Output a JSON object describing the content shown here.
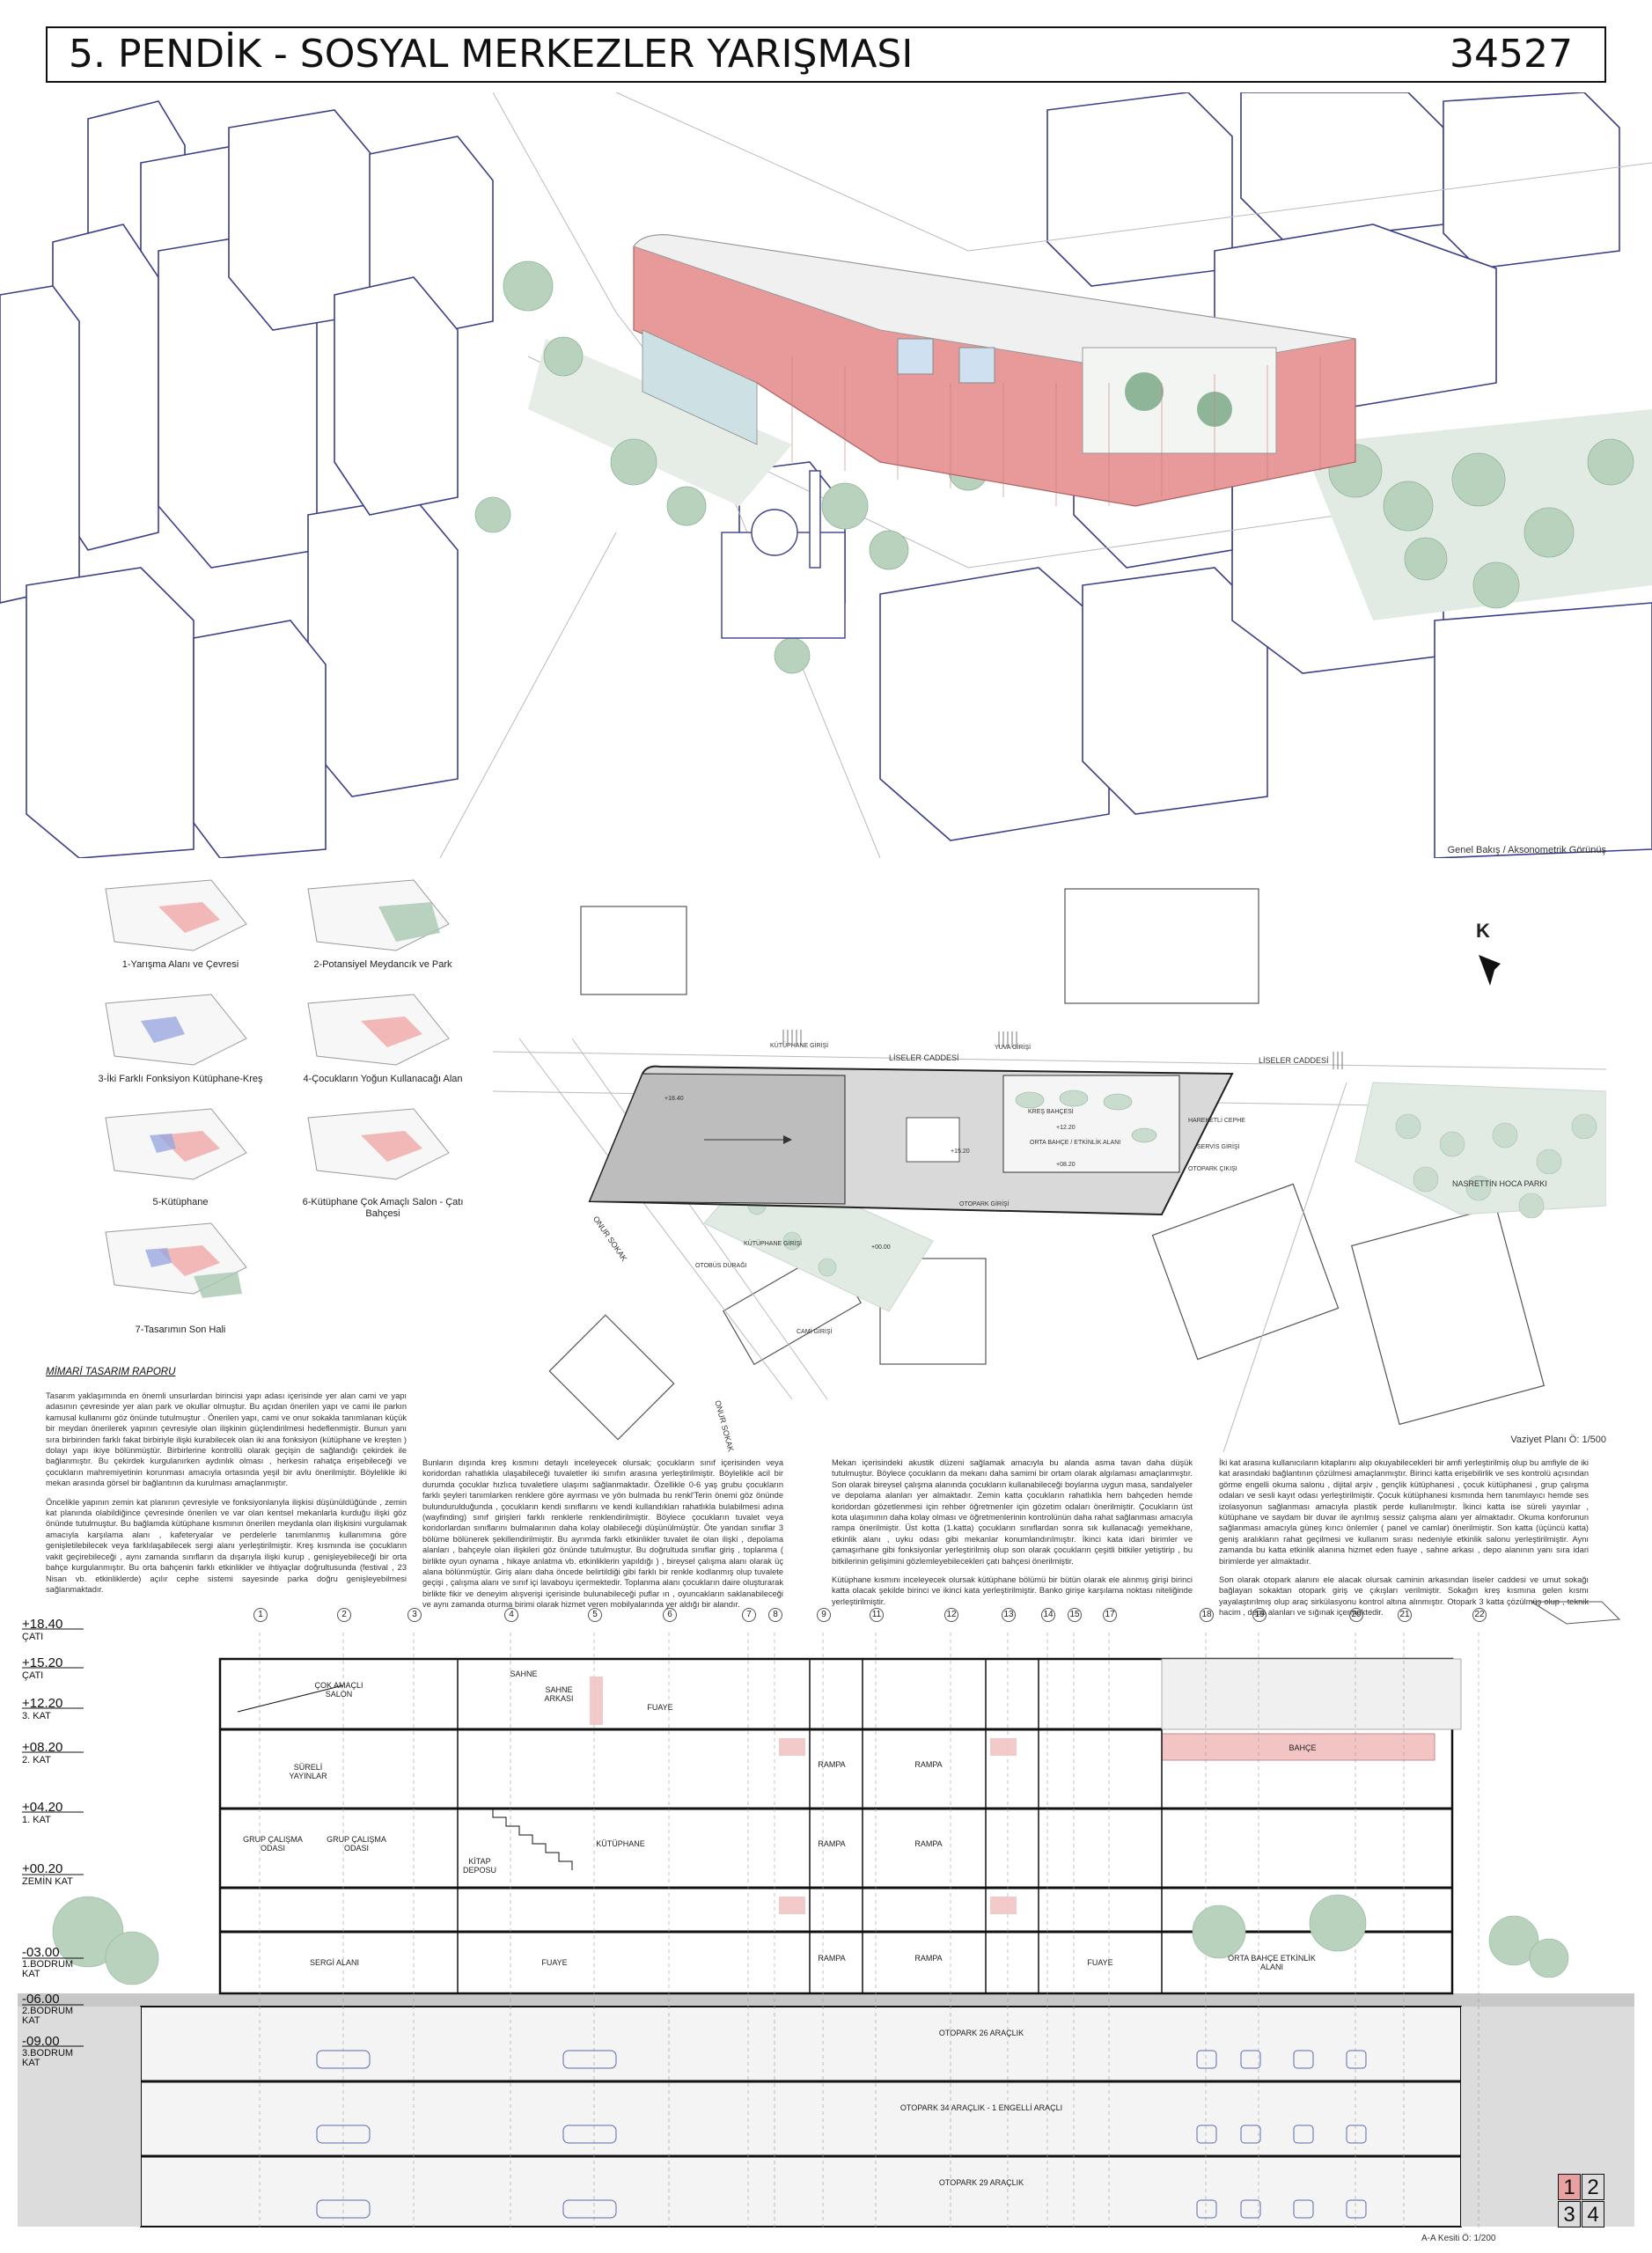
{
  "header": {
    "title": "5. PENDİK - SOSYAL MERKEZLER YARIŞMASI",
    "code": "34527"
  },
  "axonometric": {
    "caption": "Genel Bakış / Aksonometrik Görünüş"
  },
  "diagrams": [
    {
      "label": "1-Yarışma Alanı ve  Çevresi"
    },
    {
      "label": "2-Potansiyel Meydancık ve Park"
    },
    {
      "label": "3-İki Farklı Fonksiyon Kütüphane-Kreş"
    },
    {
      "label": "4-Çocukların Yoğun Kullanacağı Alan"
    },
    {
      "label": "5-Kütüphane"
    },
    {
      "label": "6-Kütüphane Çok Amaçlı Salon - Çatı Bahçesi"
    },
    {
      "label": "7-Tasarımın Son Hali"
    }
  ],
  "site_plan": {
    "caption": "Vaziyet Planı Ö: 1/500",
    "north": "K",
    "labels": {
      "street1": "LİSELER CADDESİ",
      "street2": "LİSELER CADDESİ",
      "street3": "ONUR SOKAK",
      "street4": "ONUR SOKAK",
      "park": "NASRETTİN HOCA PARKI",
      "library_entry": "KÜTÜPHANE GİRİŞİ",
      "nursery_entry": "YUVA GİRİŞİ",
      "kids_garden": "KREŞ BAHÇESİ",
      "central_garden": "ORTA BAHÇE / ETKİNLİK ALANI",
      "moving_facade": "HAREKETLİ CEPHE",
      "service_entry": "SERVİS GİRİŞİ",
      "parking_exit": "OTOPARK ÇIKIŞI",
      "parking_entry": "OTOPARK GİRİŞİ",
      "library_entry2": "KÜTÜPHANE GİRİŞİ",
      "bus_stop": "OTOBÜS DURAĞI",
      "mosque_entry": "CAMİ GİRİŞİ",
      "elev1": "+18.40",
      "elev2": "+15.20",
      "elev3": "+12.20",
      "elev4": "+08.20",
      "elev5": "+00.00"
    }
  },
  "report": {
    "heading": "MİMARİ TASARIM RAPORU",
    "col1": [
      "Tasarım yaklaşımında en önemli unsurlardan birincisi yapı adası içerisinde yer alan cami ve yapı adasının çevresinde yer alan park ve okullar olmuştur. Bu açıdan önerilen yapı ve cami ile parkın kamusal kullanımı göz önünde tutulmuştur . Önerilen yapı, cami ve onur sokakla tanımlanan küçük bir meydan önerilerek yapının çevresiyle olan ilişkinin güçlendirilmesi hedeflenmiştir. Bunun yanı sıra birbirinden farklı fakat birbiriyle ilişki kurabilecek olan iki ana fonksiyon (kütüphane ve kreşten ) dolayı yapı ikiye bölünmüştür. Birbirlerine kontrollü olarak geçişin de sağlandığı çekirdek ile bağlanmıştır. Bu çekirdek kurgulanırken aydınlık olması , herkesin rahatça erişebileceği ve çocukların mahremiyetinin korunması amacıyla ortasında yeşil bir avlu önerilmiştir. Böylelikle iki mekan arasında görsel bir bağlantının da kurulması amaçlanmıştır.",
      "Öncelikle yapının zemin kat planının çevresiyle ve fonksiyonlarıyla ilişkisi düşünüldüğünde , zemin kat planında olabildiğince çevresinde önerilen ve var olan kentsel mekanlarla kurduğu ilişki göz önünde tutulmuştur. Bu bağlamda kütüphane kısmının önerilen meydanla olan ilişkisini vurgulamak amacıyla karşılama alanı , kafeteryalar ve perdelerle tanımlanmış kullanımına göre genişletilebilecek veya farklılaşabilecek sergi alanı yerleştirilmiştir. Kreş kısmında ise çocukların vakit geçirebileceği , aynı zamanda sınıfların da dışarıyla ilişki kurup , genişleyebileceği bir orta bahçe kurgulanmıştır. Bu orta bahçenin farklı etkinlikler ve ihtiyaçlar doğrultusunda (festival , 23 Nisan vb. etkinliklerde) açılır cephe sistemi sayesinde parka doğru genişleyebilmesi sağlanmaktadır."
    ],
    "col2": [
      "Bunların dışında kreş kısmını detaylı inceleyecek olursak; çocukların sınıf içerisinden veya koridordan rahatlıkla ulaşabileceği tuvaletler iki sınıfın arasına yerleştirilmiştir. Böylelikle acil bir durumda çocuklar hızlıca tuvaletlere ulaşımı sağlanmaktadır. Özellikle 0-6 yaş grubu çocukların farklı şeyleri tanımlarken renklere göre ayırması ve yön bulmada bu renkl'Terin önemi göz önünde bulundurulduğunda , çocukların kendi sınıflarını ve kendi kullandıkları rahatlıkla bulabilmesi adına (wayfinding) sınıf girişleri farklı renklerle renklendirilmiştir. Böylece çocukların tuvalet veya koridorlardan sınıflarını bulmalarının daha kolay olabileceği düşünülmüştür. Öte yandan sınıflar 3 bölüme bölünerek şekillendirilmiştir. Bu ayrımda farklı etkinlikler tuvalet ile olan ilişki , depolama alanları , bahçeyle olan ilişkileri göz önünde tutulmuştur. Bu doğrultuda sınıflar giriş , toplanma ( birlikte oyun oynama , hikaye anlatma vb. etkinliklerin yapıldığı ) , bireysel çalışma alanı olarak üç alana bölünmüştür. Giriş alanı daha öncede belirtildiği gibi farklı bir renkle kodlanmış olup tuvalete geçişi , çalışma alanı ve sınıf içi lavaboyu içermektedir. Toplanma alanı çocukların daire oluşturarak birlikte fikir ve deneyim alışverişi içerisinde bulunabileceği puflar ın , oyuncakların saklanabileceği ve aynı zamanda oturma birimi olarak hizmet veren mobilyalarında yer aldığı bir alandır."
    ],
    "col3": [
      "Mekan içerisindeki akustik düzeni sağlamak amacıyla bu alanda asma tavan daha düşük tutulmuştur. Böylece çocukların da mekanı daha samimi bir ortam olarak algılaması amaçlanmıştır. Son olarak bireysel çalışma alanında çocukların kullanabileceği boylarına uygun masa, sandalyeler ve depolama alanları yer almaktadır. Zemin katta çocukların rahatlıkla hem bahçeden hemde koridordan gözetlenmesi için rehber öğretmenler için gözetim odaları önerilmiştir. Çocukların üst kota ulaşımının daha kolay olması ve öğretmenlerinin kontrolünün daha rahat sağlanması amacıyla rampa önerilmiştir. Üst kotta (1.katta) çocukların sınıflardan sonra sık kullanacağı yemekhane, etkinlik alanı , uyku odası gibi mekanlar konumlandırılmıştır. İkinci kata idari birimler ve çamaşırhane gibi fonksiyonlar yerleştirilmiş olup son olarak çocukların çeşitli bitkiler yetiştirip , bu bitkilerinin gelişimini gözlemleyebilecekleri çatı bahçesi önerilmiştir.",
      "Kütüphane kısmını inceleyecek olursak kütüphane bölümü bir bütün olarak ele alınmış girişi birinci katta olacak şekilde birinci ve ikinci kata yerleştirilmiştir. Banko girişe karşılama noktası niteliğinde yerleştirilmiştir."
    ],
    "col4": [
      "İki kat arasına kullanıcıların kitaplarını alıp okuyabilecekleri bir amfi yerleştirilmiş olup bu amfiyle de iki kat arasındaki bağlantının çözülmesi amaçlanmıştır. Birinci katta erişebilirlik ve ses kontrolü açısından görme engelli okuma salonu , dijital arşiv , gençlik kütüphanesi , çocuk kütüphanesi , grup çalışma odaları ve sesli kayıt odası yerleştirilmiştir. Çocuk kütüphanesi kısmında hem tanımlayıcı hemde ses izolasyonun sağlanması amacıyla plastik perde kullanılmıştır. İkinci katta ise süreli yayınlar , kütüphane ve saydam bir duvar ile ayrılmış sessiz çalışma alanı yer almaktadır. Okuma konforunun sağlanması amacıyla güneş kırıcı önlemler ( panel ve camlar) önerilmiştir. Son katta (üçüncü katta) geniş aralıkların rahat geçilmesi ve kullanım sırası nedeniyle etkinlik salonu yerleştirilmiştir. Aynı zamanda bu katta etkinlik alanına hizmet eden fuaye , sahne arkası , depo alanının yanı sıra idari birimlerde yer almaktadır.",
      "Son olarak otopark alanını ele alacak olursak caminin arkasından liseler caddesi ve umut sokağı bağlayan sokaktan otopark giriş ve çıkışları verilmiştir. Sokağın kreş kısmına gelen kısmı yayalaştırılmış olup araç sirkülasyonu kontrol altına alınmıştır. Otopark 3 katta çözülmüş olup , teknik hacim , depo alanları ve sığınak içermektedir."
    ]
  },
  "section": {
    "caption": "A-A Kesiti Ö: 1/200",
    "levels": [
      {
        "num": "+18.40",
        "name": "ÇATI"
      },
      {
        "num": "+15.20",
        "name": "ÇATI"
      },
      {
        "num": "+12.20",
        "name": "3. KAT"
      },
      {
        "num": "+08.20",
        "name": "2. KAT"
      },
      {
        "num": "+04.20",
        "name": "1. KAT"
      },
      {
        "num": "+00.20",
        "name": "ZEMİN KAT"
      },
      {
        "num": "-03.00",
        "name": "1.BODRUM KAT"
      },
      {
        "num": "-06.00",
        "name": "2.BODRUM KAT"
      },
      {
        "num": "-09.00",
        "name": "3.BODRUM KAT"
      }
    ],
    "grid": [
      "1",
      "2",
      "3",
      "4",
      "5",
      "6",
      "7",
      "8",
      "9",
      "11",
      "12",
      "13",
      "14",
      "15",
      "17",
      "18",
      "19",
      "20",
      "21",
      "22"
    ],
    "rooms": {
      "salon": "ÇOK AMAÇLI SALON",
      "sahne": "SAHNE",
      "sahne_arkasi": "SAHNE ARKASI",
      "fuaye3": "FUAYE",
      "bahce": "BAHÇE",
      "sureli": "SÜRELİ YAYINLAR",
      "grup1": "GRUP ÇALIŞMA ODASI",
      "grup2": "GRUP ÇALIŞMA ODASI",
      "kitap": "KİTAP DEPOSU",
      "kutuphane": "KÜTÜPHANE",
      "rampa": "RAMPA",
      "sergi": "SERGİ ALANI",
      "fuaye0": "FUAYE",
      "fuaye0b": "FUAYE",
      "orta": "ORTA BAHÇE ETKİNLİK ALANI",
      "otopark1": "OTOPARK 26 ARAÇLIK",
      "otopark2": "OTOPARK 34 ARAÇLIK - 1 ENGELLİ ARAÇLI",
      "otopark3": "OTOPARK 29 ARAÇLIK"
    }
  },
  "pager": {
    "cells": [
      "1",
      "2",
      "3",
      "4"
    ],
    "active": "1"
  },
  "colors": {
    "accent": "#e8a0a0",
    "tree": "#a8c8b0",
    "line": "#3a3f8a"
  }
}
